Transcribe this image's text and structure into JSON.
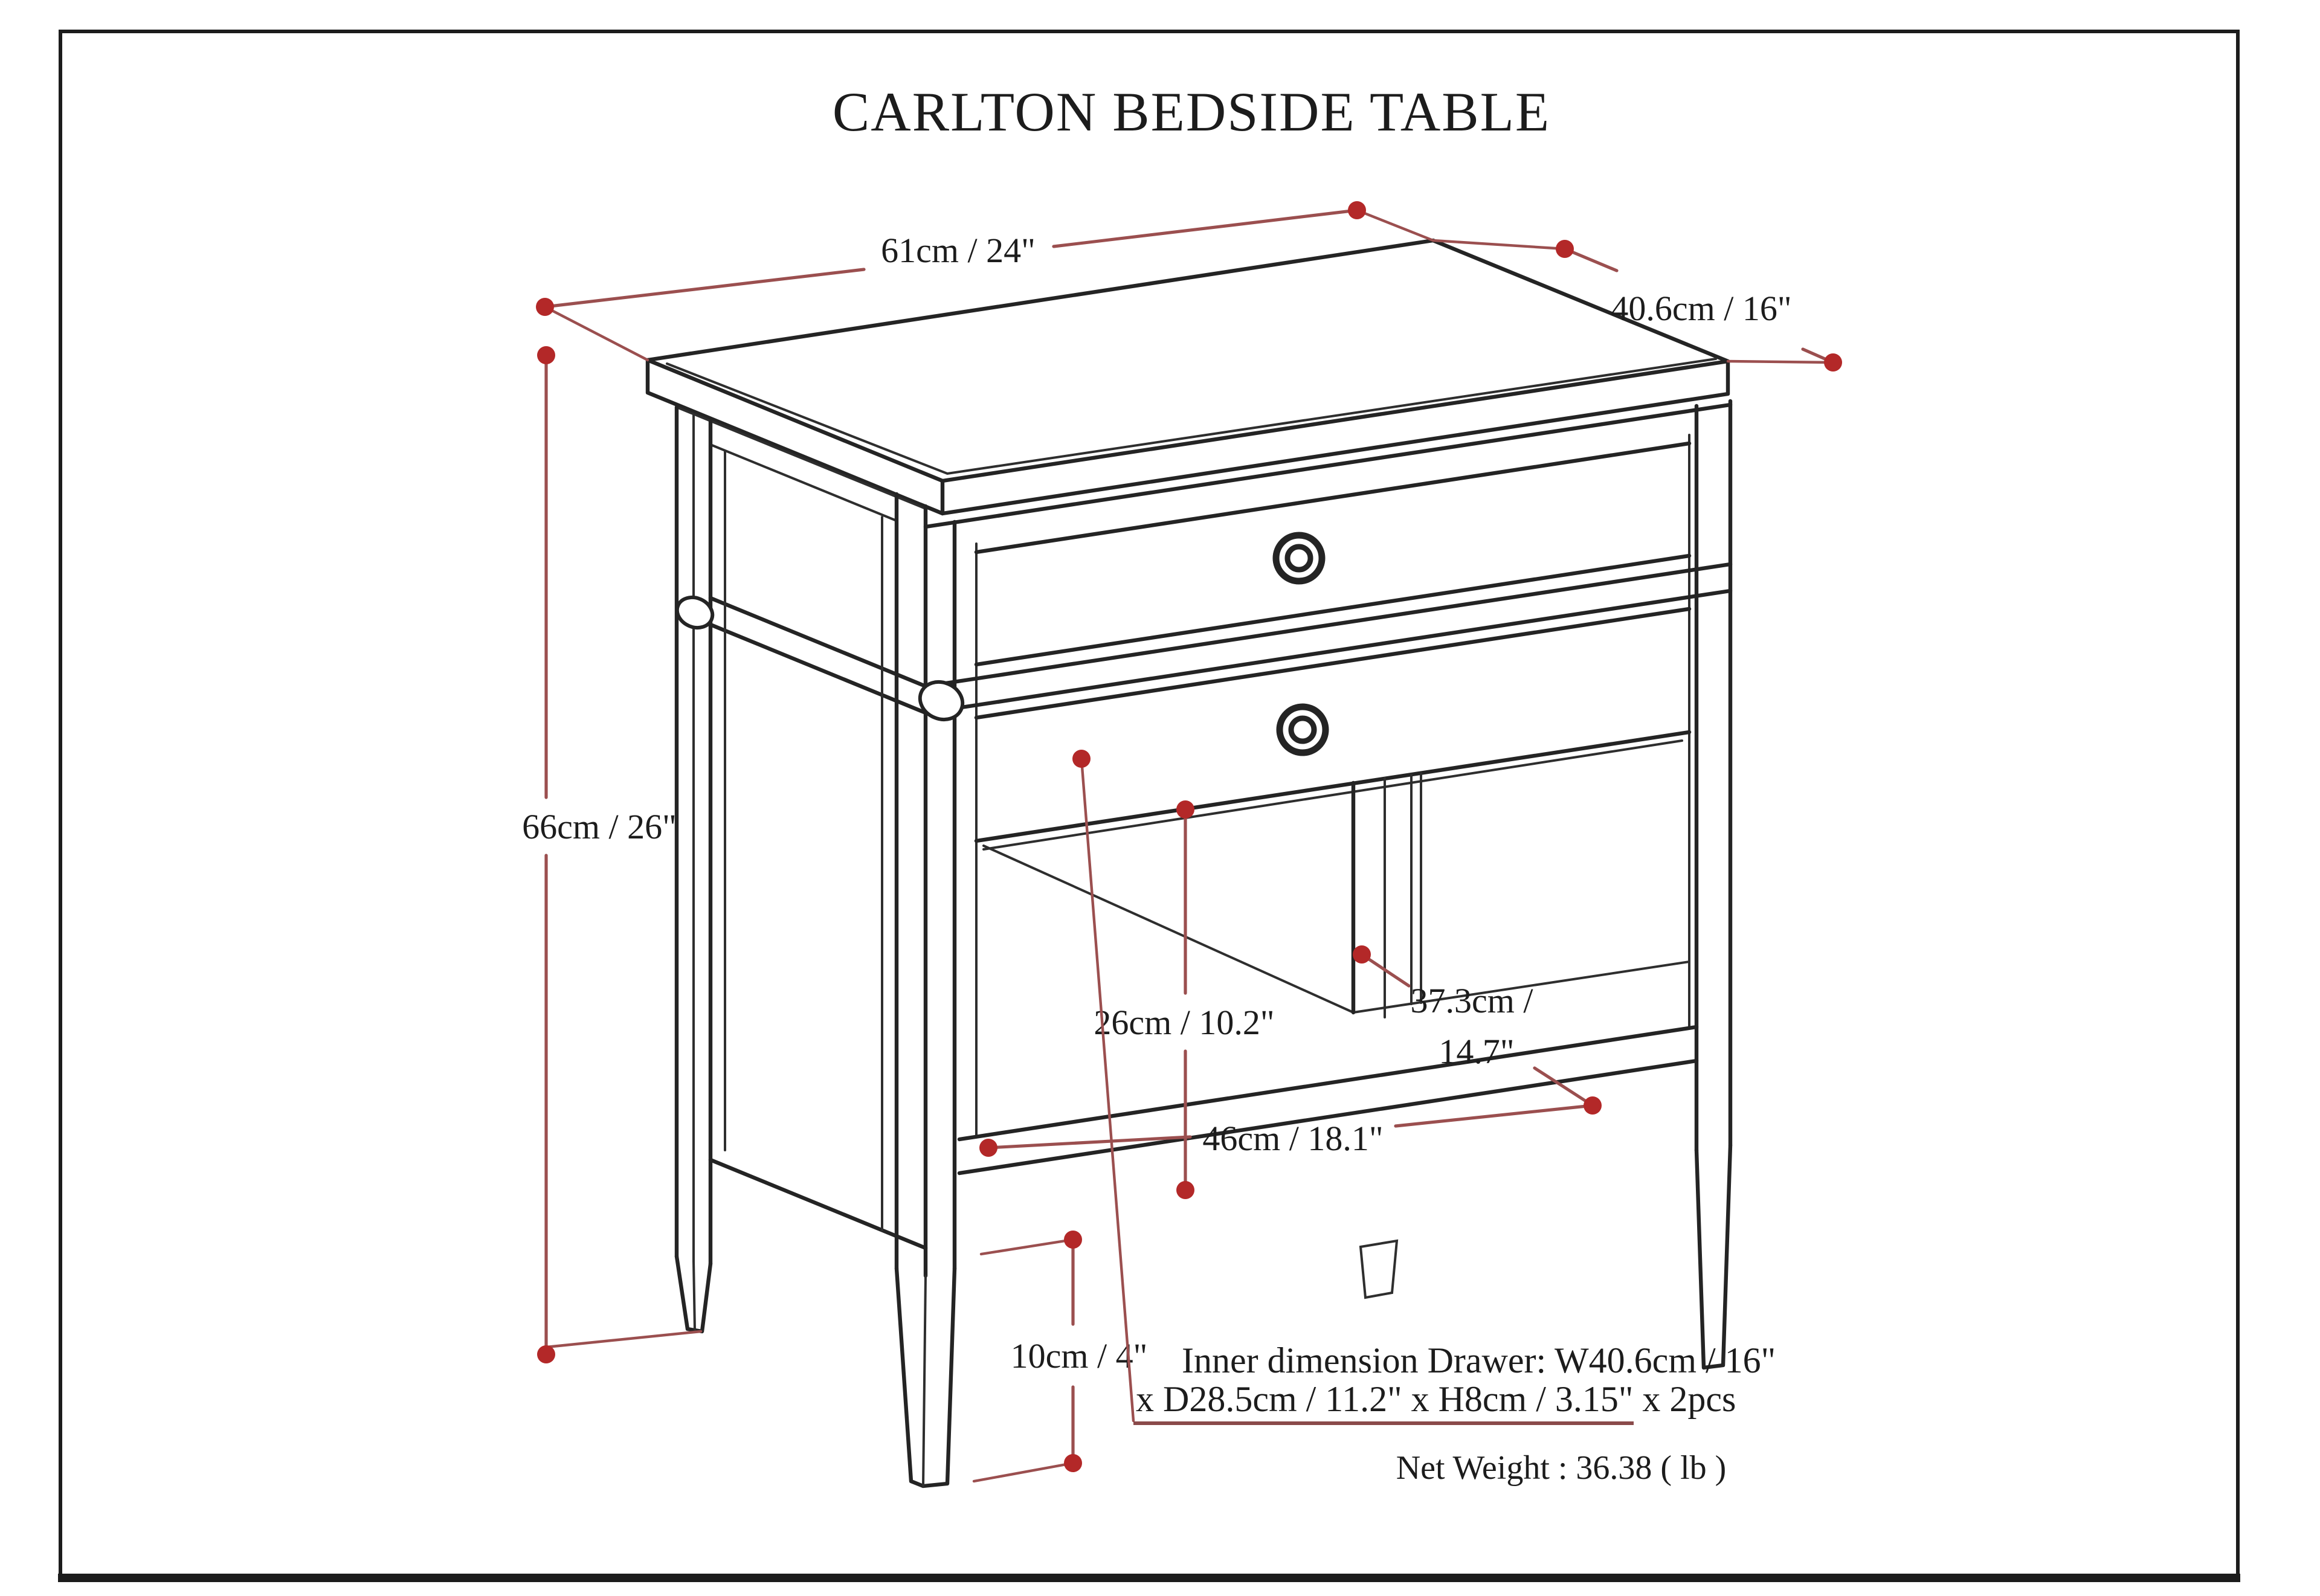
{
  "title": "CARLTON BEDSIDE TABLE",
  "colors": {
    "background": "#ffffff",
    "outline": "#242424",
    "frame_border": "#1c1c1c",
    "dimension_line": "#9b4f4f",
    "dimension_dot": "#b32828",
    "text": "#1c1c1c"
  },
  "dimensions": {
    "width": {
      "label": "61cm / 24\""
    },
    "depth": {
      "label": "40.6cm / 16\""
    },
    "height": {
      "label": "66cm / 26\""
    },
    "opening_height": {
      "label": "26cm / 10.2\""
    },
    "inner_depth": {
      "label_line1": "37.3cm /",
      "label_line2": "14.7\""
    },
    "shelf_width": {
      "label": "46cm / 18.1\""
    },
    "leg_height": {
      "label": "10cm / 4\""
    }
  },
  "notes": {
    "drawer_inner_line1": "Inner dimension Drawer: W40.6cm / 16\"",
    "drawer_inner_line2": "x D28.5cm / 11.2\" x H8cm / 3.15\" x 2pcs",
    "net_weight": "Net Weight : 36.38 ( lb )"
  }
}
